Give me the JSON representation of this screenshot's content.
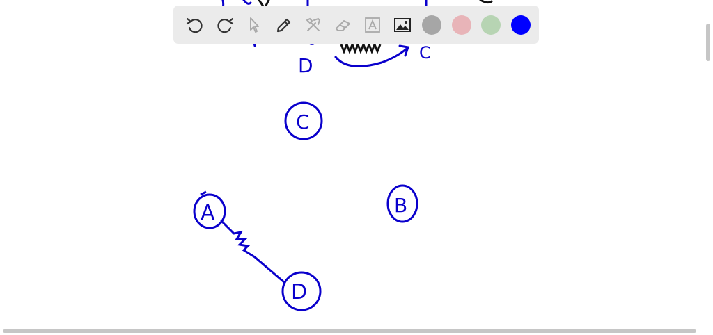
{
  "toolbar": {
    "tools": [
      {
        "name": "undo-icon"
      },
      {
        "name": "redo-icon"
      },
      {
        "name": "select-pointer-icon"
      },
      {
        "name": "pen-icon"
      },
      {
        "name": "tools-icon"
      },
      {
        "name": "eraser-icon"
      },
      {
        "name": "text-tool-icon"
      },
      {
        "name": "image-icon"
      }
    ],
    "colors": [
      "#a6a6a6",
      "#e8b4b8",
      "#b7d4b3",
      "#0000ff"
    ],
    "selected_color": "#0000ff"
  },
  "drawing": {
    "ink_color": "#0a00cc",
    "top_labels": {
      "d": "D",
      "c": "C"
    },
    "circle_c": "C",
    "circle_a": "A",
    "circle_b": "B",
    "circle_d": "D"
  }
}
